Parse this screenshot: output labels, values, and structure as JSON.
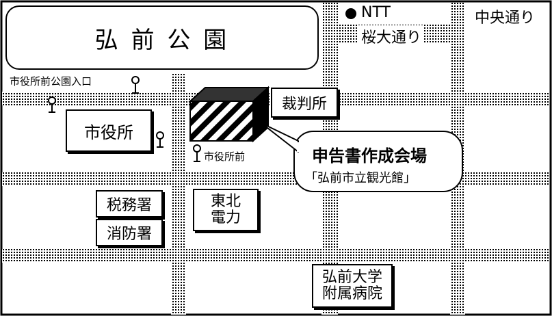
{
  "park": "弘 前 公 園",
  "park_entrance_stop": "市役所前公園入口",
  "ntt": "NTT",
  "sakura_odori": "桜大通り",
  "chuo_odori": "中央通り",
  "city_hall": "市役所",
  "court": "裁判所",
  "city_hall_mae_stop": "市役所前",
  "venue_title": "申告書作成会場",
  "venue_name": "「弘前市立観光館」",
  "tax_office": "税務署",
  "fire_station": "消防署",
  "tohoku_electric_line1": "東北",
  "tohoku_electric_line2": "電力",
  "hospital_line1": "弘前大学",
  "hospital_line2": "附属病院"
}
